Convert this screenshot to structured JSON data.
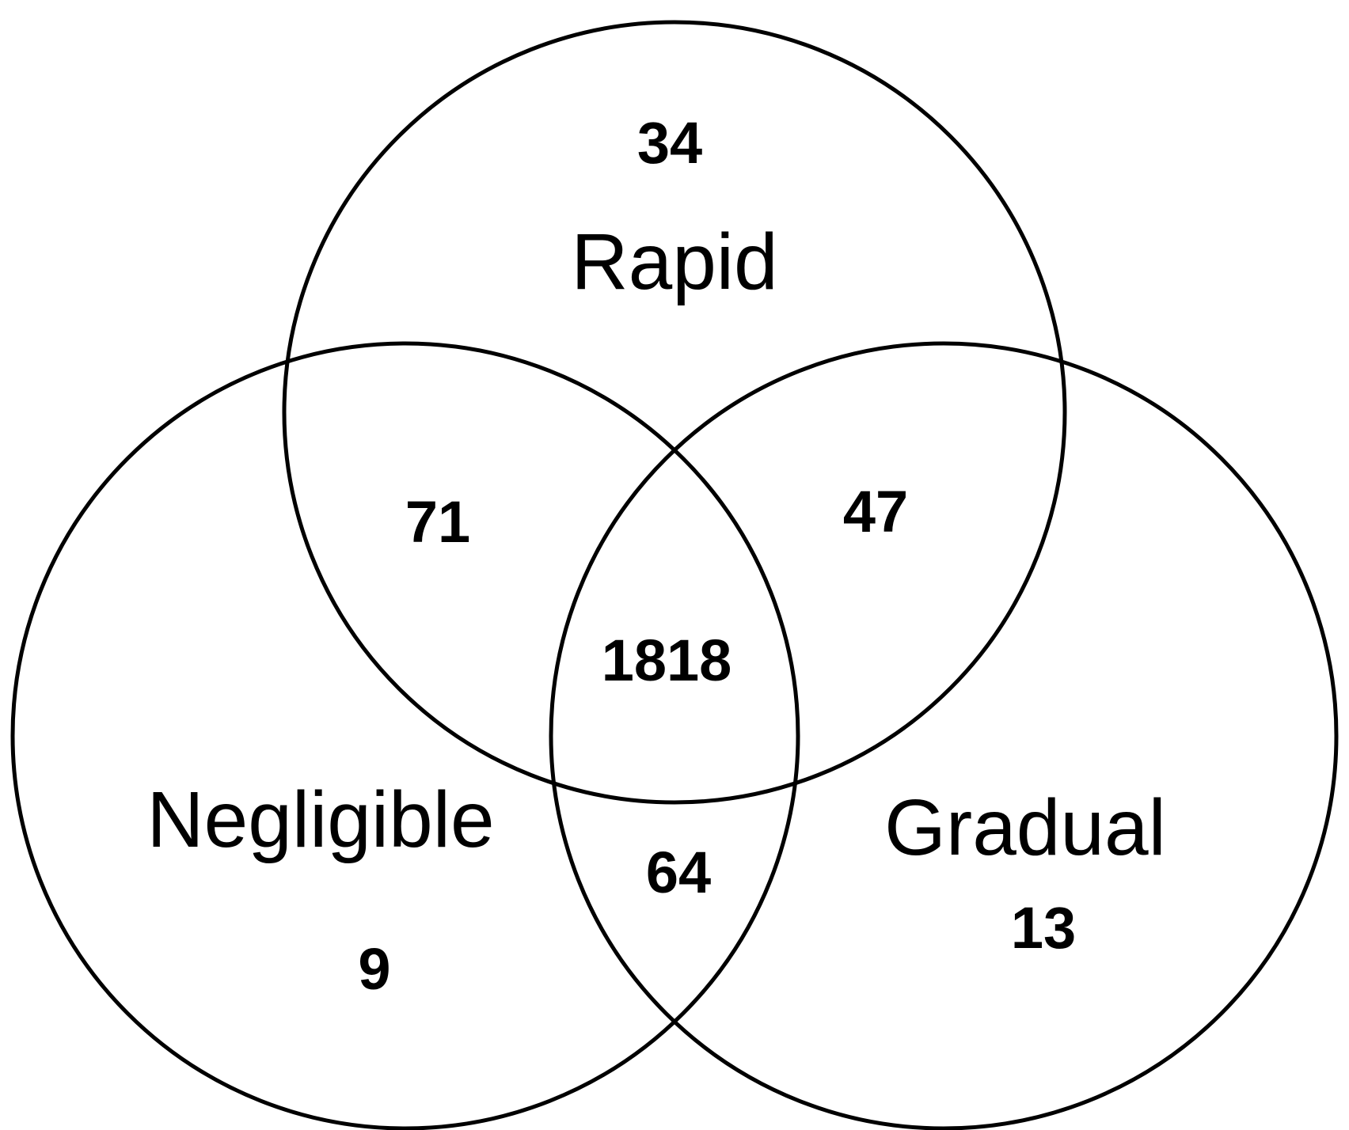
{
  "sets": {
    "rapid": "Rapid",
    "negligible": "Negligible",
    "gradual": "Gradual"
  },
  "regions": {
    "rapid_only": "34",
    "rapid_negligible": "71",
    "rapid_gradual": "47",
    "all_three": "1818",
    "negligible_gradual": "64",
    "negligible_only": "9",
    "gradual_only": "13"
  }
}
